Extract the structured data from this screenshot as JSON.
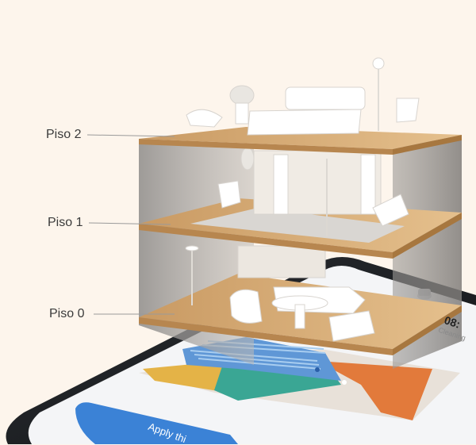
{
  "floors": [
    {
      "label": "Piso 2"
    },
    {
      "label": "Piso 1"
    },
    {
      "label": "Piso 0"
    }
  ],
  "phone": {
    "time": "08:",
    "status": "Cleaning",
    "apply_button": "Apply thi"
  },
  "colors": {
    "background": "#fdf5ec",
    "wood": "#d9b07c",
    "glass": "#8c8c8c",
    "accent_blue": "#3b82d6",
    "map_yellow": "#e4b347",
    "map_teal": "#3aa694",
    "map_orange": "#e27a3b",
    "map_blue": "#5f97d6"
  }
}
